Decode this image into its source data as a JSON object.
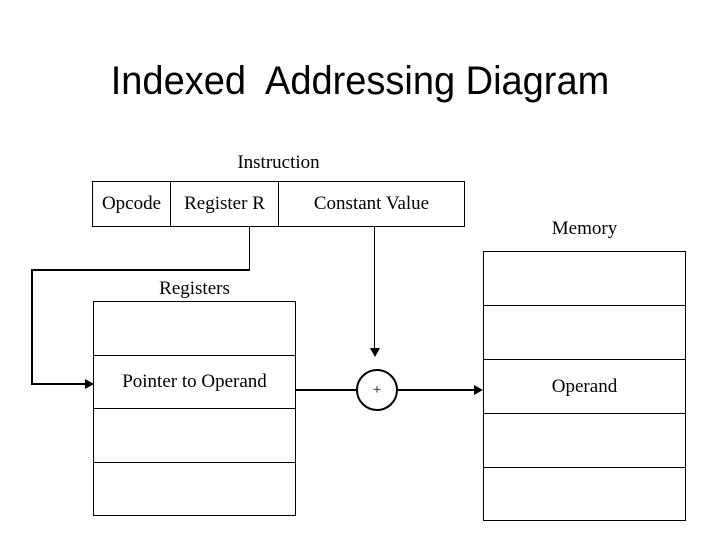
{
  "slide": {
    "title": "Indexed  Addressing Diagram",
    "background_color": "#ffffff",
    "ink_color": "#000000"
  },
  "instruction": {
    "caption": "Instruction",
    "fields": [
      {
        "label": "Opcode"
      },
      {
        "label": "Register R"
      },
      {
        "label": "Constant Value"
      }
    ]
  },
  "registers": {
    "caption": "Registers",
    "rows": [
      {
        "label": ""
      },
      {
        "label": "Pointer to Operand"
      },
      {
        "label": ""
      },
      {
        "label": ""
      }
    ]
  },
  "memory": {
    "caption": "Memory",
    "rows": [
      {
        "label": ""
      },
      {
        "label": ""
      },
      {
        "label": "Operand"
      },
      {
        "label": ""
      },
      {
        "label": ""
      }
    ]
  },
  "adder": {
    "symbol": "+"
  }
}
